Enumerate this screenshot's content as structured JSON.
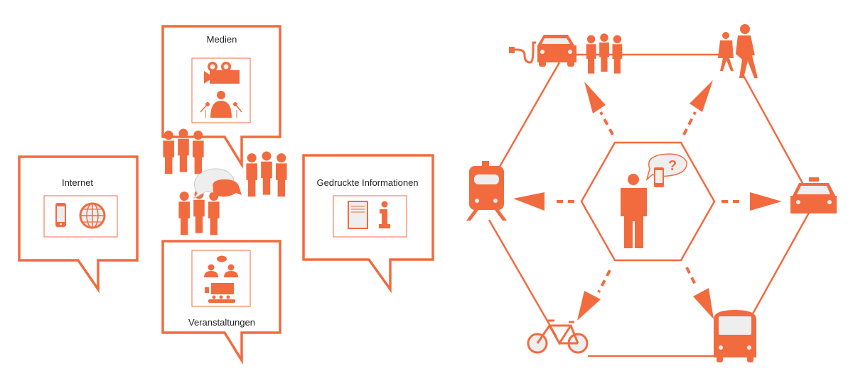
{
  "colors": {
    "accent": "#f26b3f",
    "light": "#eeeeee",
    "text": "#222222"
  },
  "left_diagram": {
    "bubbles": [
      {
        "id": "medien",
        "label": "Medien",
        "icons": [
          "movie-camera-icon",
          "press-conference-icon"
        ]
      },
      {
        "id": "internet",
        "label": "Internet",
        "icons": [
          "smartphone-icon",
          "globe-icon"
        ]
      },
      {
        "id": "gedruckte",
        "label": "Gedruckte Informationen",
        "icons": [
          "document-icon",
          "info-icon"
        ]
      },
      {
        "id": "veranstaltungen",
        "label": "Veranstaltungen",
        "icons": [
          "discussion-icon",
          "presentation-icon"
        ]
      }
    ],
    "center_icons": [
      "people-group-icon",
      "people-group-icon",
      "people-group-icon",
      "speech-bubbles-icon"
    ]
  },
  "right_diagram": {
    "center": "person-with-phone-question-icon",
    "question_mark": "?",
    "modes": [
      "e-car-carsharing-icon",
      "pedestrians-icon",
      "taxi-icon",
      "bus-icon",
      "bicycle-icon",
      "train-icon"
    ]
  }
}
